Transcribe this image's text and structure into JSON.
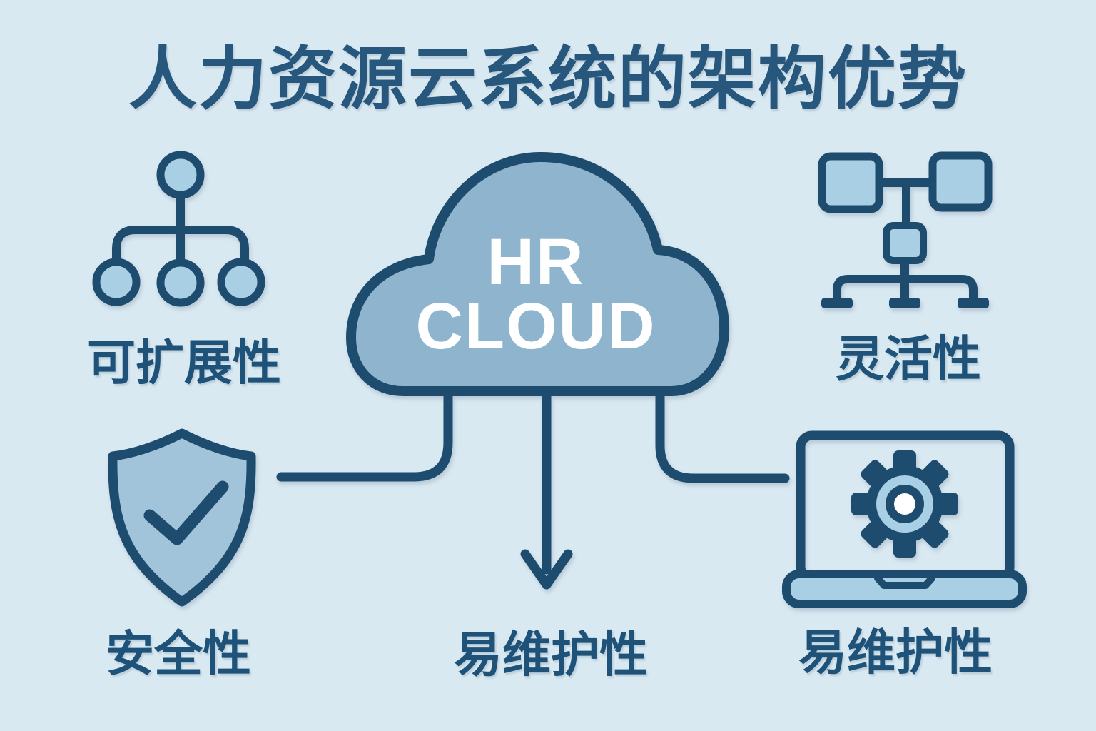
{
  "page": {
    "title": "人力资源云系统的架构优势"
  },
  "colors": {
    "background": "#d9e9f2",
    "line_navy": "#1d4c6e",
    "title_text": "#27577d",
    "label_text": "#1f5278",
    "cloud_fill": "#8fb5ce",
    "icon_fill": "#a9cfe4",
    "shield_fill": "#a2c4da",
    "cloud_text": "#ffffff"
  },
  "cloud": {
    "line1": "HR",
    "line2": "CLOUD"
  },
  "nodes": {
    "scalability": {
      "label": "可扩展性",
      "icon": "org-hierarchy-icon"
    },
    "flexibility": {
      "label": "灵活性",
      "icon": "network-topology-icon"
    },
    "security": {
      "label": "安全性",
      "icon": "shield-check-icon"
    },
    "maintainability_center": {
      "label": "易维护性",
      "icon": "down-arrow-icon"
    },
    "maintainability_right": {
      "label": "易维护性",
      "icon": "laptop-gear-icon"
    }
  }
}
